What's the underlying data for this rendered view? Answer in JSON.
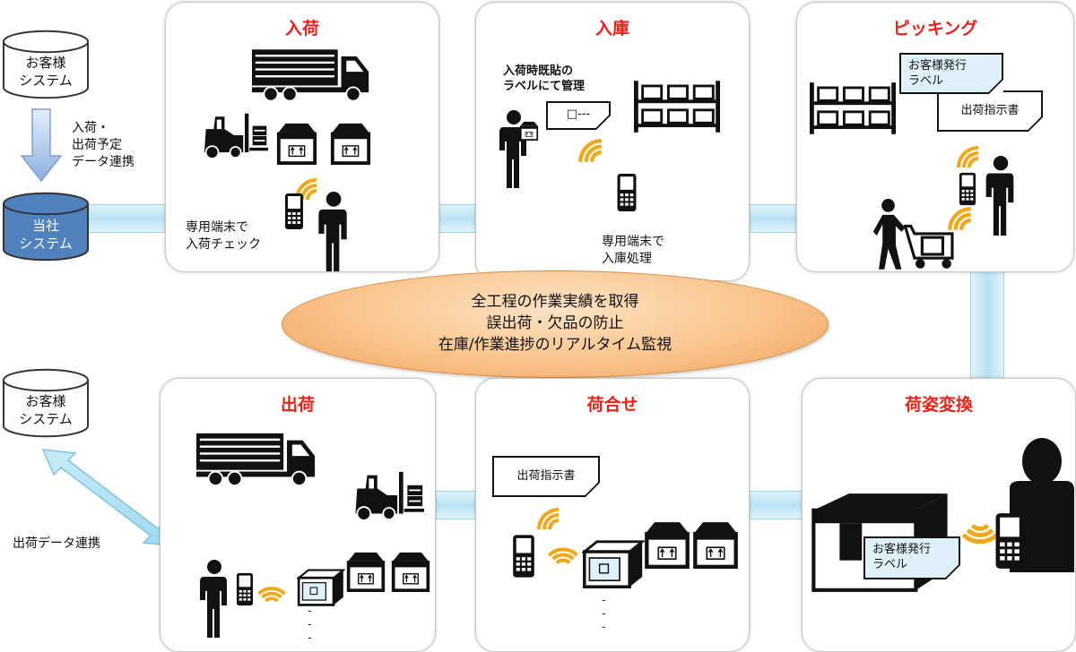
{
  "stages": {
    "nyuka": {
      "title": "入荷",
      "terminal_label_1": "専用端末で",
      "terminal_label_2": "入荷チェック"
    },
    "nyuko": {
      "title": "入庫",
      "note_1": "入荷時既貼の",
      "note_2": "ラベルにて管理",
      "label_card": "□---",
      "terminal_label_1": "専用端末で",
      "terminal_label_2": "入庫処理"
    },
    "picking": {
      "title": "ピッキング",
      "customer_label_1": "お客様発行",
      "customer_label_2": "ラベル",
      "instruction": "出荷指示書"
    },
    "shukka": {
      "title": "出荷"
    },
    "niawase": {
      "title": "荷合せ",
      "instruction": "出荷指示書"
    },
    "nisugata": {
      "title": "荷姿変換",
      "customer_label_1": "お客様発行",
      "customer_label_2": "ラベル"
    }
  },
  "systems": {
    "customer_top_1": "お客様",
    "customer_top_2": "システム",
    "our_1": "当社",
    "our_2": "システム",
    "customer_bottom_1": "お客様",
    "customer_bottom_2": "システム"
  },
  "flows": {
    "inbound_1": "入荷・",
    "inbound_2": "出荷予定",
    "inbound_3": "データ連携",
    "outbound": "出荷データ連携"
  },
  "center_message": {
    "line1": "全工程の作業実績を取得",
    "line2": "誤出荷・欠品の防止",
    "line3": "在庫/作業進捗のリアルタイム監視"
  },
  "continuation_dash": "-",
  "colors": {
    "title_red": "#e8231b",
    "signal": "#f0a818",
    "connector": "#b8e2f2",
    "our_system": "#4f81bd",
    "ellipse": "#f6b56f"
  }
}
